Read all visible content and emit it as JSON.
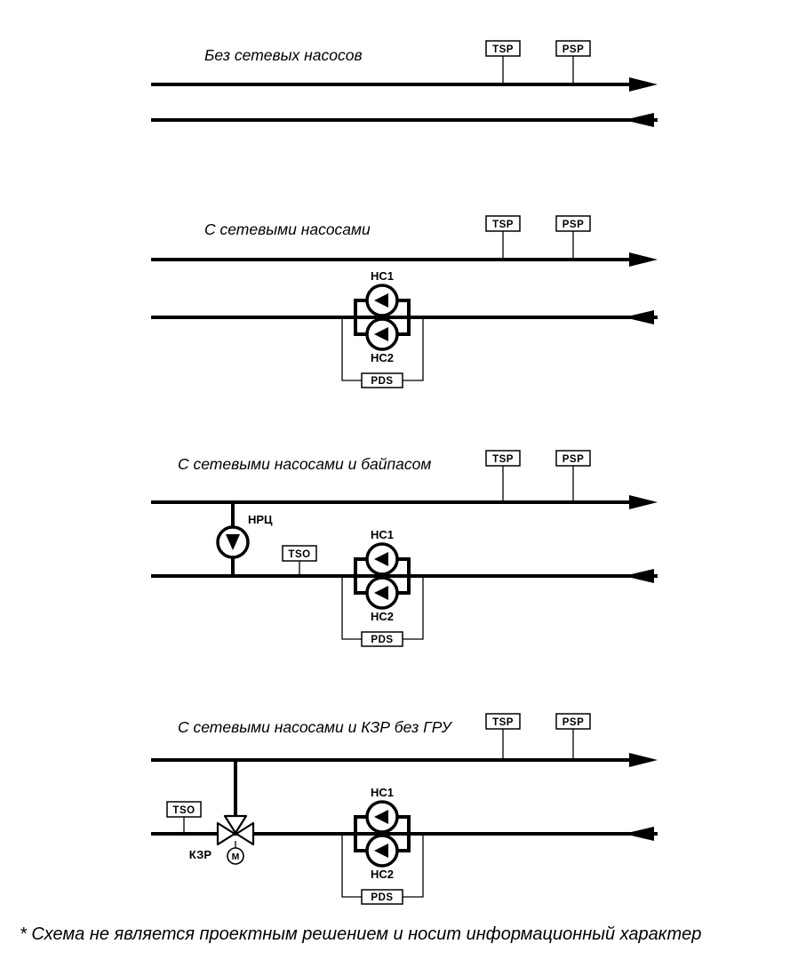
{
  "diagram": {
    "sections": [
      {
        "title": "Без сетевых насосов",
        "tsp": "TSP",
        "psp": "PSP"
      },
      {
        "title": "С сетевыми насосами",
        "tsp": "TSP",
        "psp": "PSP",
        "pump1": "НС1",
        "pump2": "НС2",
        "pds": "PDS"
      },
      {
        "title": "С сетевыми насосами и байпасом",
        "tsp": "TSP",
        "psp": "PSP",
        "pump1": "НС1",
        "pump2": "НС2",
        "pds": "PDS",
        "tso": "TSO",
        "bypass_pump": "НРЦ"
      },
      {
        "title": "С сетевыми насосами и КЗР без ГРУ",
        "tsp": "TSP",
        "psp": "PSP",
        "pump1": "НС1",
        "pump2": "НС2",
        "pds": "PDS",
        "tso": "TSO",
        "valve": "КЗР",
        "motor": "М"
      }
    ],
    "footnote": "* Схема не является проектным решением и носит информационный характер",
    "colors": {
      "ink": "#000000",
      "paper": "#ffffff"
    }
  }
}
